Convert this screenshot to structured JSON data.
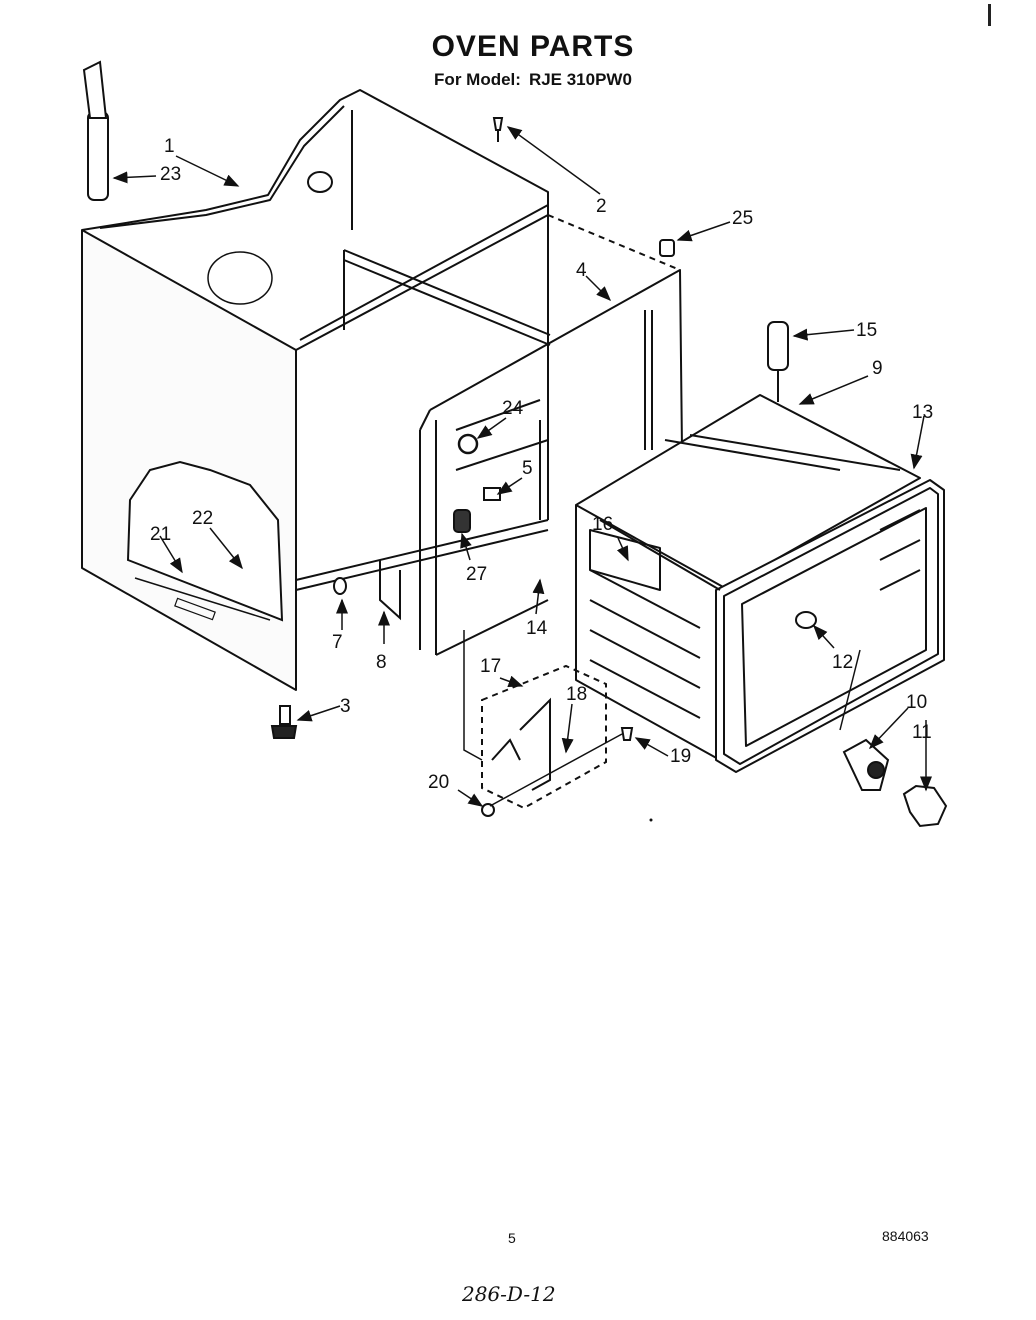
{
  "title": "OVEN PARTS",
  "subtitle": {
    "prefix": "For Model:",
    "model": "RJE 310PW0"
  },
  "callouts": [
    "1",
    "2",
    "3",
    "4",
    "5",
    "7",
    "8",
    "9",
    "10",
    "11",
    "12",
    "13",
    "14",
    "15",
    "16",
    "17",
    "18",
    "19",
    "20",
    "21",
    "22",
    "23",
    "24",
    "25",
    "27"
  ],
  "footer": {
    "page": "5",
    "code": "884063",
    "handwritten": "286-D-12"
  }
}
